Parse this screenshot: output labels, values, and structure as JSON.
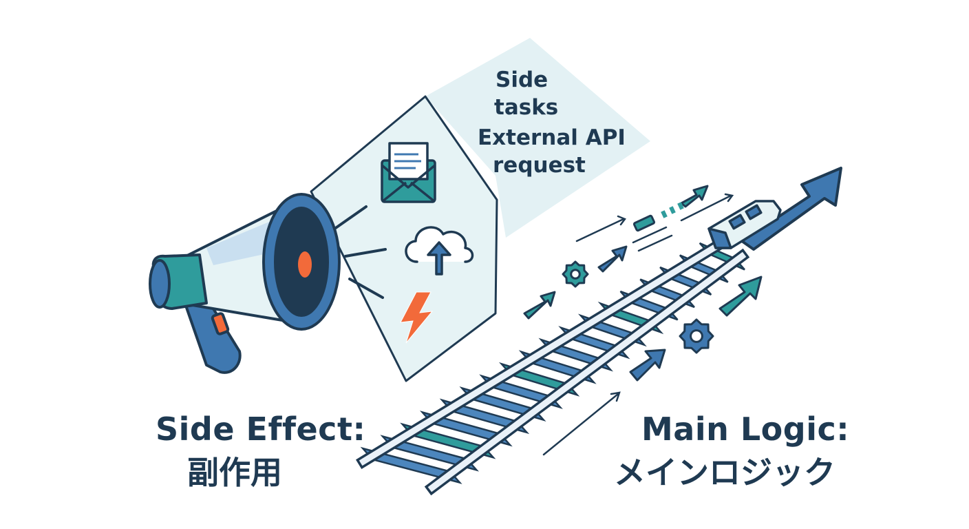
{
  "bubble": {
    "line1": "Side",
    "line2": "tasks",
    "line3": "External API",
    "line4": "request"
  },
  "side_caption": {
    "title": "Side Effect:",
    "subtitle": "副作用"
  },
  "main_caption": {
    "title": "Main Logic:",
    "subtitle": "メインロジック"
  },
  "icons": [
    "megaphone-icon",
    "envelope-icon",
    "cloud-upload-icon",
    "lightning-icon",
    "gear-icon",
    "train-icon"
  ],
  "colors": {
    "navy": "#1f3a52",
    "blue": "#3f78b0",
    "teal": "#2f9c9c",
    "light_panel": "#e6f3f5",
    "orange": "#f26a3a"
  }
}
